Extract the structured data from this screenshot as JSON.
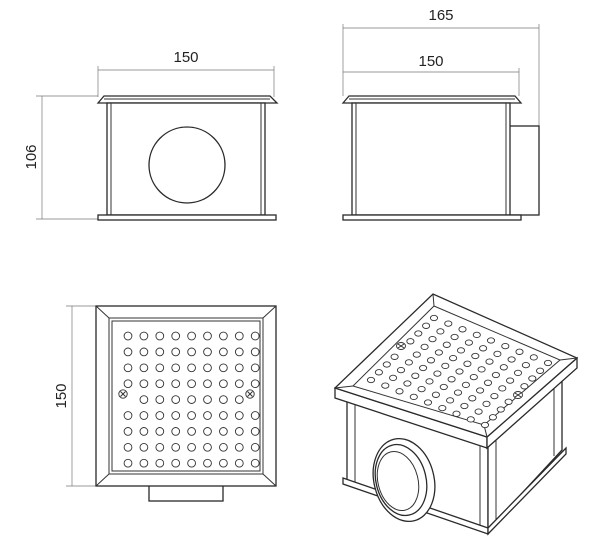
{
  "drawing": {
    "line_color": "#333333",
    "dimension_color": "#777777",
    "front_view": {
      "width_label": "150",
      "height_label": "106"
    },
    "side_view": {
      "overall_width_label": "165",
      "width_label": "150"
    },
    "top_view": {
      "side_label": "150",
      "hole_grid_rows": 9,
      "hole_grid_cols": 9
    },
    "iso_view": {
      "hole_grid_rows": 9,
      "hole_grid_cols": 9
    }
  }
}
